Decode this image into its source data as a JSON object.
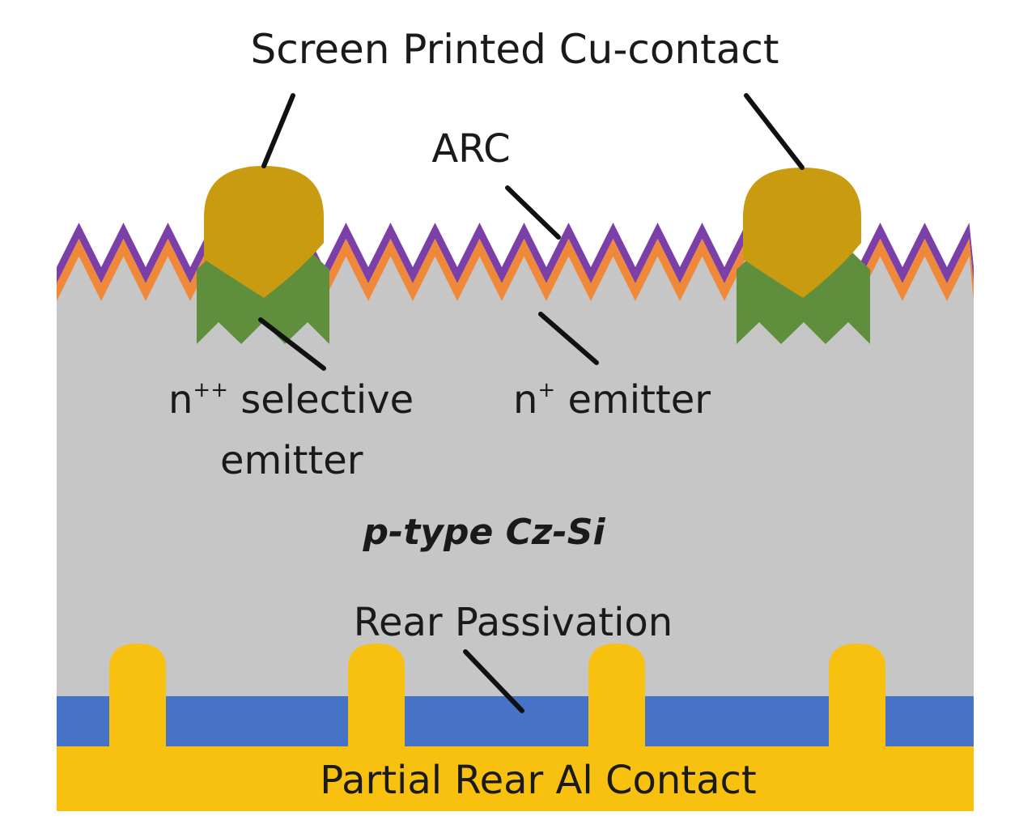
{
  "labels": {
    "top_contact": "Screen Printed Cu-contact",
    "arc": "ARC",
    "selective_emitter_line1": "n",
    "selective_emitter_sup": "++",
    "selective_emitter_rest": " selective",
    "selective_emitter_line2": "emitter",
    "emitter_main": "n",
    "emitter_sup": "+",
    "emitter_rest": " emitter",
    "substrate": "p-type Cz-Si",
    "rear_passivation": "Rear Passivation",
    "rear_contact": "Partial Rear Al Contact"
  },
  "colors": {
    "substrate": "#c6c6c6",
    "arc": "#7b3fa8",
    "emitter": "#f0883a",
    "selective_emitter": "#5f8f3c",
    "cu_contact": "#c89b10",
    "passivation": "#4673c6",
    "al_contact": "#f8c10f"
  }
}
